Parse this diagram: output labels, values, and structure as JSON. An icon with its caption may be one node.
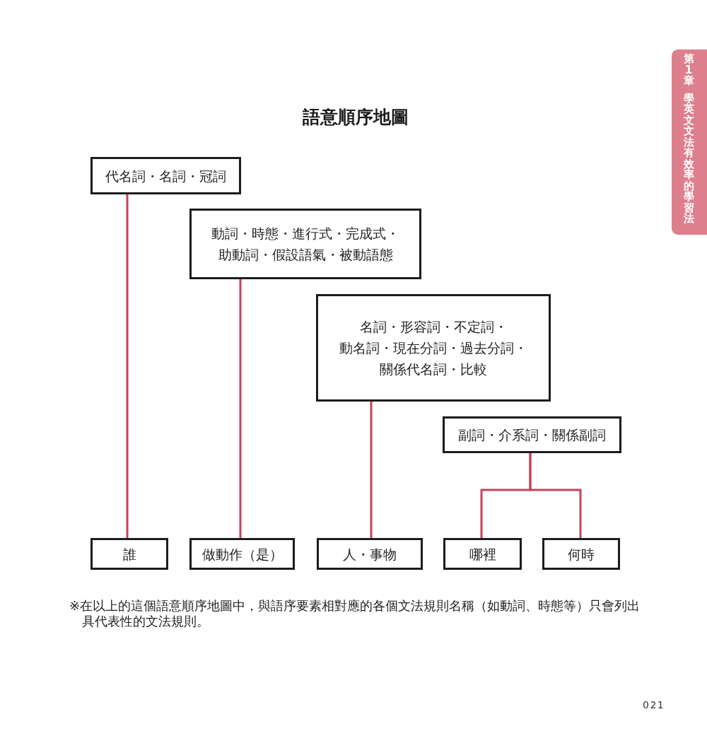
{
  "diagram": {
    "title": "語意順序地圖",
    "nodes": [
      {
        "text": [
          "代名詞・名詞・冠詞"
        ]
      },
      {
        "text": [
          "動詞・時態・進行式・完成式・助動詞・假設語氣・被動語態"
        ]
      },
      {
        "text": [
          "名詞・形容詞・不定詞・動名詞・現在分詞・過去分詞・關係代名詞・比較"
        ]
      },
      {
        "text": [
          "副詞・介系詞・關係副詞"
        ]
      },
      {
        "text": [
          "誰"
        ]
      },
      {
        "text": [
          "做動作（是）"
        ]
      },
      {
        "text": [
          "人・事物"
        ]
      },
      {
        "text": [
          "哪裡"
        ]
      },
      {
        "text": [
          "何時"
        ]
      },
      {
        "text": [
          "第1章",
          "學英文文法有效率的學習法"
        ]
      }
    ],
    "edges": [
      {
        "from": 0,
        "to": 4,
        "arrow": "none"
      },
      {
        "from": 1,
        "to": 5,
        "arrow": "none"
      },
      {
        "from": 2,
        "to": 6,
        "arrow": "none"
      },
      {
        "from": 3,
        "to": 7,
        "arrow": "none"
      },
      {
        "from": 3,
        "to": 8,
        "arrow": "none"
      }
    ],
    "labels": [
      "※在以上的這個語意順序地圖中，與語序要素相對應的各個文法規則名稱（如動詞、時態等）只會列出具代表性的文法規則。",
      "021"
    ]
  }
}
